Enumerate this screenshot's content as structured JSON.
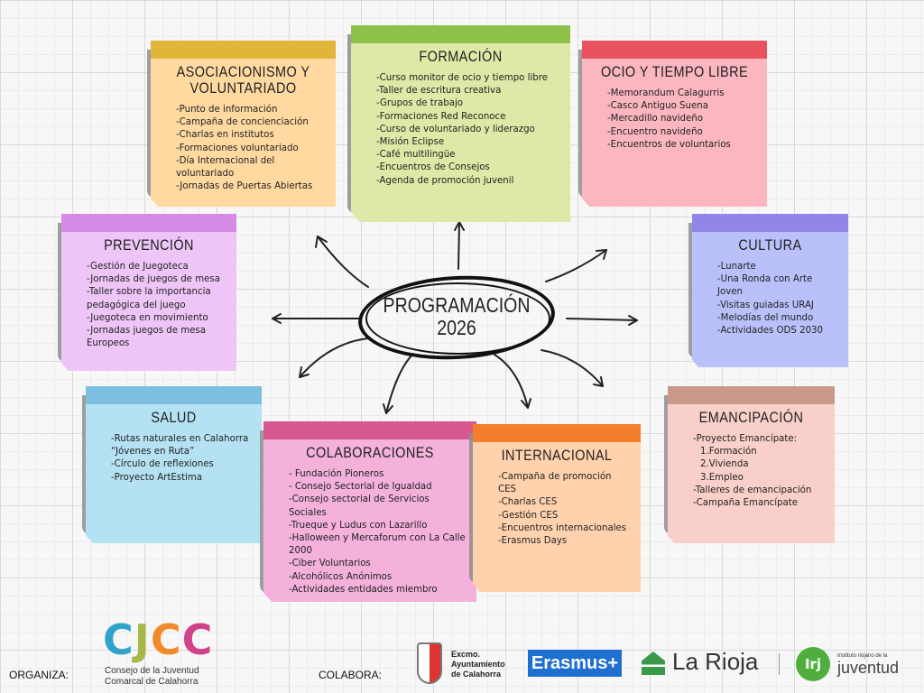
{
  "title": {
    "line1": "PROGRAMACIÓN",
    "line2": "2026"
  },
  "notes": {
    "asociacionismo": {
      "title": "ASOCIACIONISMO Y VOLUNTARIADO",
      "color": "#ffd9a0",
      "tape": "#e0b53a",
      "items": [
        "-Punto de información",
        "-Campaña de concienciación",
        "-Charlas en institutos",
        "-Formaciones voluntariado",
        "-Día Internacional del voluntariado",
        "-Jornadas de Puertas Abiertas"
      ]
    },
    "formacion": {
      "title": "FORMACIÓN",
      "color": "#dfe8a6",
      "tape": "#8fc14a",
      "items": [
        "-Curso monitor de ocio y tiempo libre",
        "-Taller de escritura creativa",
        "-Grupos de trabajo",
        "-Formaciones Red Reconoce",
        "-Curso de voluntariado y liderazgo",
        "-Misión Eclipse",
        "-Café multilingüe",
        "-Encuentros de Consejos",
        "-Agenda de promoción juvenil"
      ]
    },
    "ocio": {
      "title": "OCIO Y TIEMPO LIBRE",
      "color": "#fbb6bf",
      "tape": "#e8535f",
      "items": [
        "-Memorandum Calagurris",
        "-Casco Antiguo Suena",
        "-Mercadillo navideño",
        "-Encuentro navideño",
        "-Encuentros de voluntarios"
      ]
    },
    "prevencion": {
      "title": "PREVENCIÓN",
      "color": "#eec5f7",
      "tape": "#d58be6",
      "items": [
        "-Gestión de Juegoteca",
        "-Jornadas de juegos de mesa",
        "-Taller sobre la importancia pedagógica del juego",
        "-Juegoteca en movimiento",
        "-Jornadas juegos de mesa Europeos"
      ]
    },
    "cultura": {
      "title": "CULTURA",
      "color": "#bac0fa",
      "tape": "#8f86e8",
      "items": [
        "-Lunarte",
        "-Una Ronda con Arte Joven",
        "-Visitas guiadas URAJ",
        "-Melodías del mundo",
        "-Actividades ODS 2030"
      ]
    },
    "salud": {
      "title": "SALUD",
      "color": "#b5e2f3",
      "tape": "#7dbfe0",
      "items": [
        "-Rutas naturales en Calahorra “Jóvenes en Ruta”",
        "-Círculo de reflexiones",
        "-Proyecto ArtEstima"
      ]
    },
    "colaboraciones": {
      "title": "COLABORACIONES",
      "color": "#f3b1dc",
      "tape": "#d7578f",
      "items": [
        "- Fundación Pioneros",
        "- Consejo Sectorial de Igualdad",
        "-Consejo sectorial de Servicios Sociales",
        "-Trueque y Ludus con Lazarillo",
        "-Halloween y Mercaforum con La Calle 2000",
        "-Ciber Voluntarios",
        "-Alcohólicos Anónimos",
        "-Actividades entidades miembro"
      ]
    },
    "internacional": {
      "title": "INTERNACIONAL",
      "color": "#ffd2ad",
      "tape": "#f47e2c",
      "items": [
        "-Campaña de promoción CES",
        "-Charlas CES",
        "-Gestión CES",
        "-Encuentros internacionales",
        "-Erasmus Days"
      ]
    },
    "emancipacion": {
      "title": "EMANCIPACIÓN",
      "color": "#f9d0c9",
      "tape": "#c99a8c",
      "items": [
        "-Proyecto Emancípate:",
        "  1.Formación",
        "  2.Vivienda",
        "  3.Empleo",
        "-Talleres de emancipación",
        "-Campaña Emancípate"
      ]
    }
  },
  "footer": {
    "organiza": "ORGANIZA:",
    "colabora": "COLABORA:",
    "cjcc_logo": "CJCC",
    "cjcc_name1": "Consejo de la Juventud",
    "cjcc_name2": "Comarcal de Calahorra",
    "ayto1": "Excmo.",
    "ayto2": "Ayuntamiento",
    "ayto3": "de Calahorra",
    "erasmus": "Erasmus+",
    "larioja": "La Rioja",
    "irj_logo": "Irj",
    "irj1": "Instituto riojano de la",
    "irj2": "juventud"
  }
}
